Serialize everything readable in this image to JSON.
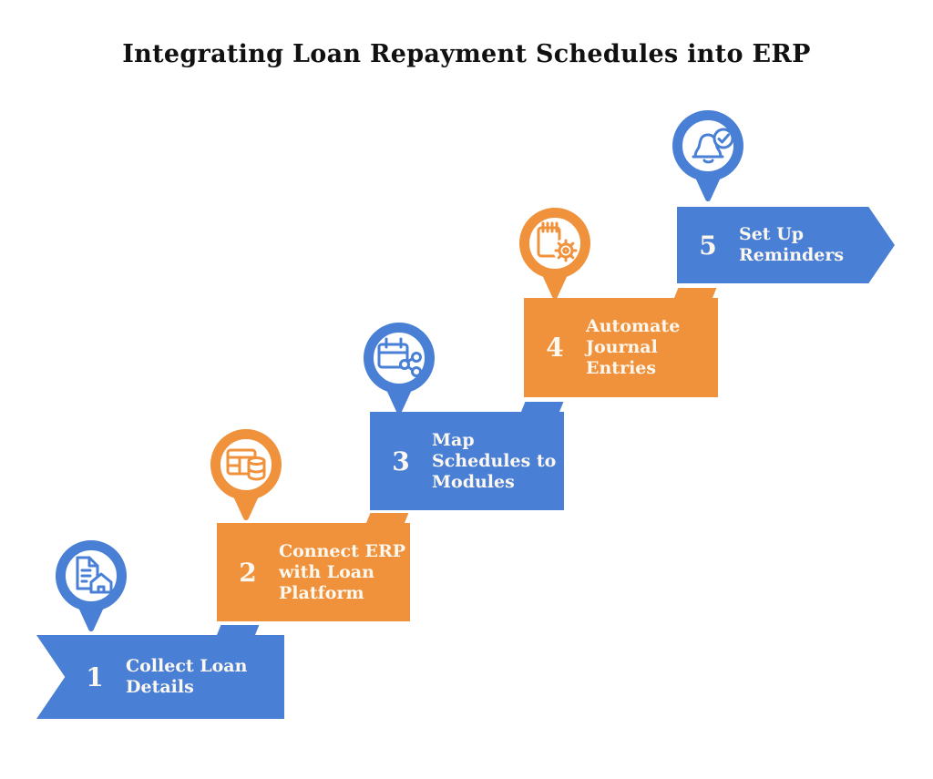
{
  "title": "Integrating Loan Repayment Schedules into ERP",
  "colors": {
    "blue": "#4a7fd6",
    "orange": "#f0923c",
    "title_text": "#111111",
    "box_text": "#fcf8ef",
    "background": "#ffffff"
  },
  "steps": [
    {
      "number": "1",
      "color": "blue",
      "icon": "document-house-icon",
      "label": "Collect Loan Details",
      "lines": [
        "Collect Loan",
        "Details"
      ]
    },
    {
      "number": "2",
      "color": "orange",
      "icon": "table-database-icon",
      "label": "Connect ERP with Loan Platform",
      "lines": [
        "Connect ERP",
        "with Loan",
        "Platform"
      ]
    },
    {
      "number": "3",
      "color": "blue",
      "icon": "calendar-share-icon",
      "label": "Map Schedules to Modules",
      "lines": [
        "Map",
        "Schedules to",
        "Modules"
      ]
    },
    {
      "number": "4",
      "color": "orange",
      "icon": "notepad-gear-icon",
      "label": "Automate Journal Entries",
      "lines": [
        "Automate",
        "Journal",
        "Entries"
      ]
    },
    {
      "number": "5",
      "color": "blue",
      "icon": "bell-check-icon",
      "label": "Set Up Reminders",
      "lines": [
        "Set Up",
        "Reminders"
      ]
    }
  ]
}
